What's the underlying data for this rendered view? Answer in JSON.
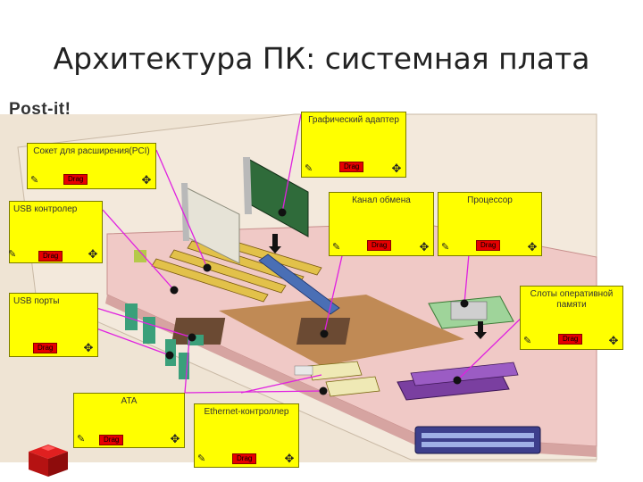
{
  "slide": {
    "title": "Архитектура ПК: системная плата"
  },
  "brand": {
    "text": "Post-it!"
  },
  "notes": {
    "graphics": {
      "label": "Графический адаптер",
      "drag": "Drag"
    },
    "pci": {
      "label": "Сокет для расширения(PCI)",
      "drag": "Drag"
    },
    "usb_controller": {
      "label": "USB контролер",
      "drag": "Drag"
    },
    "channel": {
      "label": "Канал обмена",
      "drag": "Drag"
    },
    "cpu": {
      "label": "Процессор",
      "drag": "Drag"
    },
    "ram": {
      "label": "Слоты оперативной памяти",
      "drag": "Drag"
    },
    "usb_ports": {
      "label": "USB порты",
      "drag": "Drag"
    },
    "ata": {
      "label": "ATA",
      "drag": "Drag"
    },
    "ethernet": {
      "label": "Ethernet-контроллер",
      "drag": "Drag"
    }
  },
  "colors": {
    "sticky": "#ffff00",
    "drag_button": "#e60000",
    "connector": "#e020e0",
    "board": "#f2c8c8"
  },
  "icons": [
    "pushpin-icon",
    "move-icon",
    "arrow-down-icon"
  ]
}
